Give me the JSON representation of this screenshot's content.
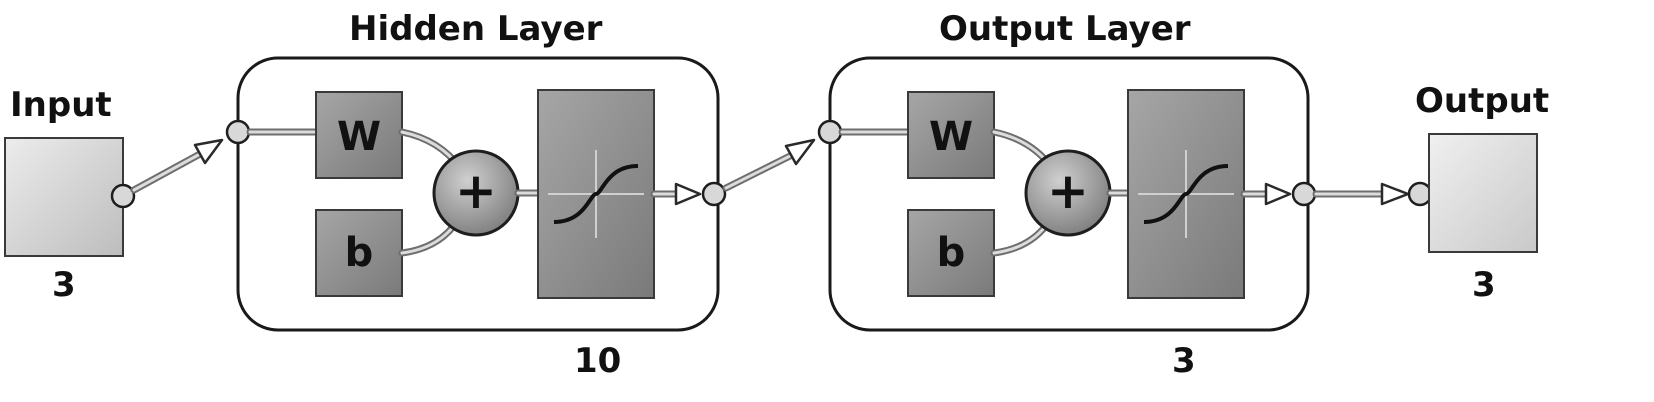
{
  "input": {
    "title": "Input",
    "size": "3"
  },
  "hidden_layer": {
    "title": "Hidden Layer",
    "size": "10",
    "weight_label": "W",
    "bias_label": "b",
    "sum_symbol": "+"
  },
  "output_layer": {
    "title": "Output Layer",
    "size": "3",
    "weight_label": "W",
    "bias_label": "b",
    "sum_symbol": "+"
  },
  "output": {
    "title": "Output",
    "size": "3"
  },
  "colors": {
    "input_box": "#cfcfcf",
    "output_box": "#dcdcdc",
    "weight_block": "#8c8c8c",
    "transfer_block": "#8a8a8a",
    "sum_node": "#9a9a9a",
    "connector": "#6e6e6e"
  }
}
